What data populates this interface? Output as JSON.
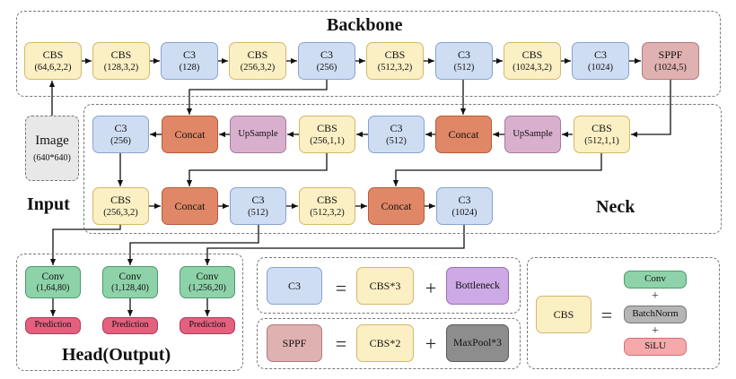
{
  "labels": {
    "backbone": "Backbone",
    "neck": "Neck",
    "input": "Input",
    "head": "Head(Output)"
  },
  "backbone": [
    {
      "title": "CBS",
      "params": "(64,6,2,2)"
    },
    {
      "title": "CBS",
      "params": "(128,3,2)"
    },
    {
      "title": "C3",
      "params": "(128)"
    },
    {
      "title": "CBS",
      "params": "(256,3,2)"
    },
    {
      "title": "C3",
      "params": "(256)"
    },
    {
      "title": "CBS",
      "params": "(512,3,2)"
    },
    {
      "title": "C3",
      "params": "(512)"
    },
    {
      "title": "CBS",
      "params": "(1024,3,2)"
    },
    {
      "title": "C3",
      "params": "(1024)"
    },
    {
      "title": "SPPF",
      "params": "(1024,5)"
    }
  ],
  "input": {
    "title": "Image",
    "params": "(640*640)"
  },
  "neck_row1": [
    {
      "title": "C3",
      "params": "(256)"
    },
    {
      "title": "Concat",
      "params": ""
    },
    {
      "title": "UpSample",
      "params": ""
    },
    {
      "title": "CBS",
      "params": "(256,1,1)"
    },
    {
      "title": "C3",
      "params": "(512)"
    },
    {
      "title": "Concat",
      "params": ""
    },
    {
      "title": "UpSample",
      "params": ""
    },
    {
      "title": "CBS",
      "params": "(512,1,1)"
    }
  ],
  "neck_row2": [
    {
      "title": "CBS",
      "params": "(256,3,2)"
    },
    {
      "title": "Concat",
      "params": ""
    },
    {
      "title": "C3",
      "params": "(512)"
    },
    {
      "title": "CBS",
      "params": "(512,3,2)"
    },
    {
      "title": "Concat",
      "params": ""
    },
    {
      "title": "C3",
      "params": "(1024)"
    }
  ],
  "head": {
    "convs": [
      {
        "title": "Conv",
        "params": "(1,64,80)"
      },
      {
        "title": "Conv",
        "params": "(1,128,40)"
      },
      {
        "title": "Conv",
        "params": "(1,256,20)"
      }
    ],
    "prediction": "Prediction"
  },
  "legend": {
    "c3": {
      "lhs": "C3",
      "a": "CBS*3",
      "b": "Bottleneck"
    },
    "sppf": {
      "lhs": "SPPF",
      "a": "CBS*2",
      "b": "MaxPool*3"
    },
    "cbs": {
      "lhs": "CBS",
      "parts": [
        "Conv",
        "BatchNorm",
        "SiLU"
      ]
    },
    "equals": "=",
    "plus": "+"
  }
}
